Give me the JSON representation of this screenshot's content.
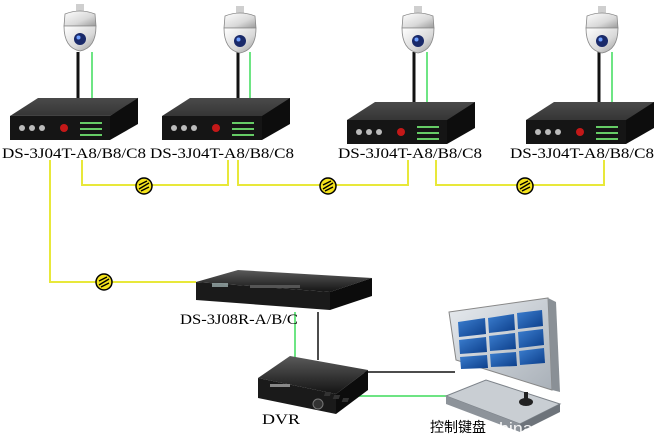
{
  "transmitters": [
    {
      "label": "DS-3J04T-A8/B8/C8"
    },
    {
      "label": "DS-3J04T-A8/B8/C8"
    },
    {
      "label": "DS-3J04T-A8/B8/C8"
    },
    {
      "label": "DS-3J04T-A8/B8/C8"
    }
  ],
  "receiver": {
    "label": "DS-3J08R-A/B/C"
  },
  "dvr": {
    "label": "DVR"
  },
  "keyboard": {
    "label": "控制键盘"
  },
  "watermark": "china.makepolo.com",
  "icons": {
    "camera": "ptz-dome-camera-icon",
    "fiber": "fiber-link-icon",
    "video_wall": "video-wall-monitor-icon"
  },
  "colors": {
    "fiber_line": "#e8e83a",
    "video_line": "#3ddc5a",
    "control_line": "#111111",
    "device_body": "#1c1c1c",
    "background": "#ffffff"
  }
}
